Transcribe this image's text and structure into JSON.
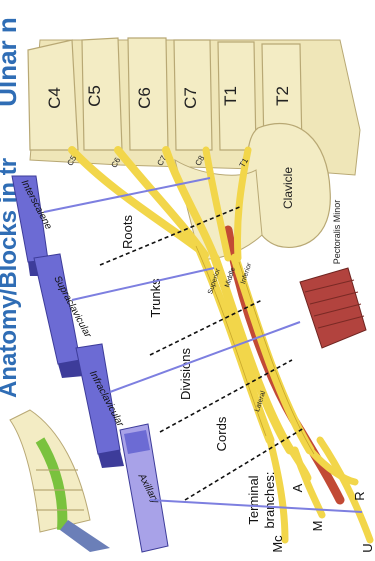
{
  "header": {
    "left_fragment": "Anatomy/Blocks in tr",
    "right_fragment": "Ulnar n"
  },
  "vertebrae": [
    "C4",
    "C5",
    "C6",
    "C7",
    "T1",
    "T2"
  ],
  "root_labels": [
    "C5",
    "C6",
    "C7",
    "C8",
    "T1"
  ],
  "bone_labels": {
    "clavicle": "Clavicle",
    "pectoralis_minor": "Pectoralis Minor"
  },
  "trunk_labels": [
    "Superior",
    "Middle",
    "Inferior"
  ],
  "section_labels": {
    "roots": "Roots",
    "trunks": "Trunks",
    "divisions": "Divisions",
    "cords": "Cords",
    "terminal_line1": "Terminal",
    "terminal_line2": "branches:"
  },
  "cord_label": "Lateral",
  "terminal_nerves": [
    "Mc",
    "A",
    "M",
    "R",
    "U"
  ],
  "block_labels": [
    "Interscalene",
    "Supraclavicular",
    "Infraclavicular",
    "Axillary"
  ],
  "colors": {
    "nerve": "#f2d64a",
    "bone": "#f3ecc4",
    "bone_outline": "#b8a874",
    "artery": "#c24a35",
    "arm": "#6c6bd4",
    "arm_axillary": "#a8a2e8",
    "lines": "#7d7fe0",
    "title": "#2f6db5",
    "muscle": "#b2433e"
  }
}
